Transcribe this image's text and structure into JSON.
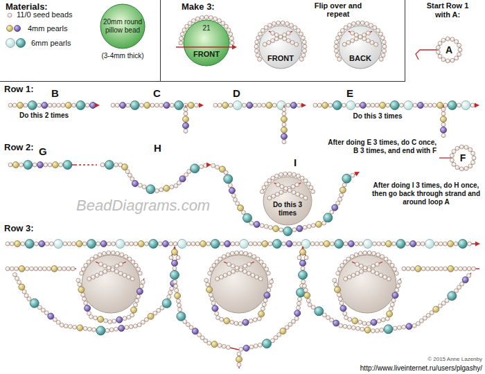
{
  "diagram": {
    "nodes": [
      {
        "text": [
          "Materials:"
        ]
      },
      {
        "text": [
          "20mm round pillow bead",
          "(3-4mm thick)"
        ],
        "in": 0
      },
      {
        "text": [
          "Make 3:"
        ]
      },
      {
        "text": [
          "21",
          "FRONT"
        ],
        "in": 2
      },
      {
        "text": [
          "FRONT"
        ],
        "in": 2
      },
      {
        "text": [
          "BACK"
        ],
        "in": 2
      },
      {
        "text": [
          "A"
        ]
      },
      {
        "text": [
          "F"
        ]
      },
      {
        "text": [
          "Do this 3 times"
        ]
      }
    ],
    "labels": [
      "Flip over and repeat",
      "Start Row 1 with A:",
      "Row 1:",
      "B",
      "Do this 2 times",
      "C",
      "D",
      "E",
      "Do this 3 times",
      "Row 2:",
      "G",
      "H",
      "I",
      "After doing E 3 times, do C once, B 3 times, and end with F",
      "After doing I 3 times, do H once, then go back through strand and around loop A",
      "Row 3:",
      "BeadDiagrams.com",
      "© 2015 Anne Lazenby",
      "http://www.liveinternet.ru/users/plgashy/"
    ],
    "legend": [
      {
        "text": "11/0 seed beads"
      },
      {
        "text": "4mm pearls"
      },
      {
        "text": "6mm pearls"
      }
    ]
  }
}
